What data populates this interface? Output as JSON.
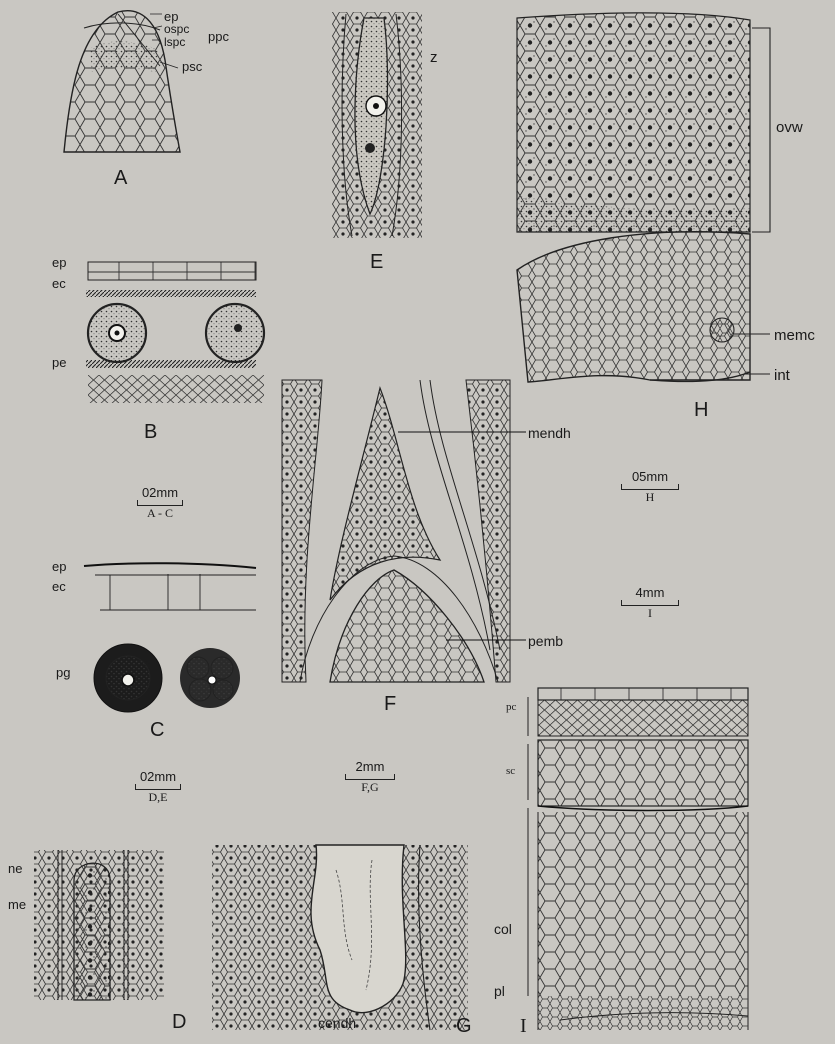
{
  "panels": {
    "A": {
      "letter": "A",
      "labels": {
        "ep": "ep",
        "ospc": "ospc",
        "lspc": "lspc",
        "ppc": "ppc",
        "psc": "psc"
      }
    },
    "B": {
      "letter": "B",
      "labels": {
        "ep": "ep",
        "ec": "ec",
        "pe": "pe"
      }
    },
    "C": {
      "letter": "C",
      "labels": {
        "ep": "ep",
        "ec": "ec",
        "pg": "pg"
      }
    },
    "D": {
      "letter": "D",
      "labels": {
        "ne": "ne",
        "me": "me"
      }
    },
    "E": {
      "letter": "E",
      "labels": {
        "z": "z"
      }
    },
    "F": {
      "letter": "F",
      "labels": {
        "mendh": "mendh",
        "pemb": "pemb"
      }
    },
    "G": {
      "letter": "G",
      "labels": {
        "cendh": "cendh"
      }
    },
    "H": {
      "letter": "H",
      "labels": {
        "ovw": "ovw",
        "memc": "memc",
        "int": "int"
      }
    },
    "I": {
      "letter": "I",
      "labels": {
        "pc": "pc",
        "sc": "sc",
        "col": "col",
        "pl": "pl"
      }
    }
  },
  "scale_bars": {
    "ac": {
      "value": "02mm",
      "caption": "A - C"
    },
    "de": {
      "value": "02mm",
      "caption": "D,E"
    },
    "fg": {
      "value": "2mm",
      "caption": "F,G"
    },
    "h": {
      "value": "05mm",
      "caption": "H"
    },
    "i": {
      "value": "4mm",
      "caption": "I"
    }
  }
}
